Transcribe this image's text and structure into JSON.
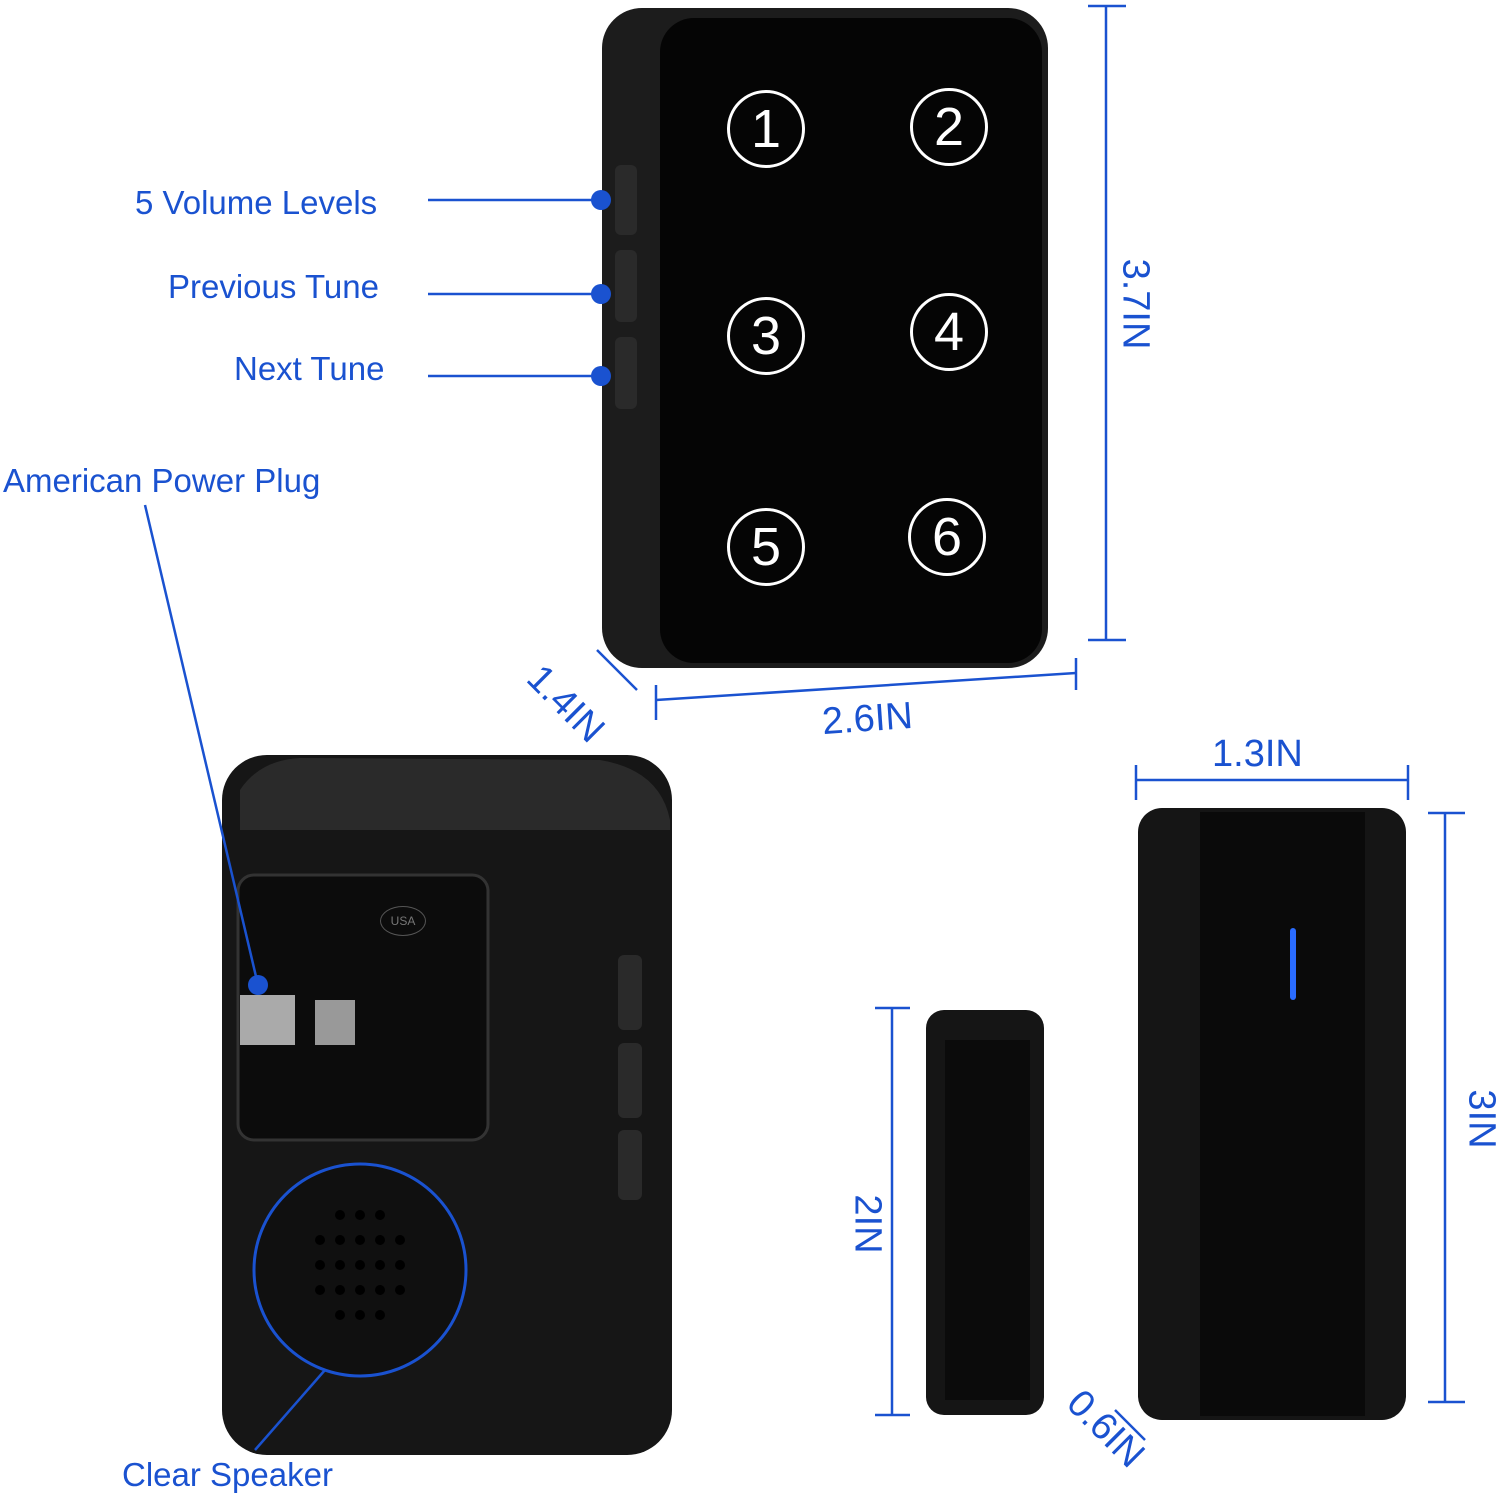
{
  "callouts": {
    "volume": "5 Volume Levels",
    "previous": "Previous Tune",
    "next": "Next Tune",
    "plug": "American Power Plug",
    "speaker": "Clear Speaker"
  },
  "dimensions": {
    "receiver_height": "3.7IN",
    "receiver_width": "2.6IN",
    "receiver_depth": "1.4IN",
    "sensor_width": "1.3IN",
    "sensor_height": "3IN",
    "magnet_height": "2IN",
    "magnet_depth": "0.6IN"
  },
  "buttons": [
    "1",
    "2",
    "3",
    "4",
    "5",
    "6"
  ],
  "plug_mark": "USA",
  "colors": {
    "accent": "#1a52d0",
    "device": "#111111",
    "led": "#2a6cff"
  }
}
